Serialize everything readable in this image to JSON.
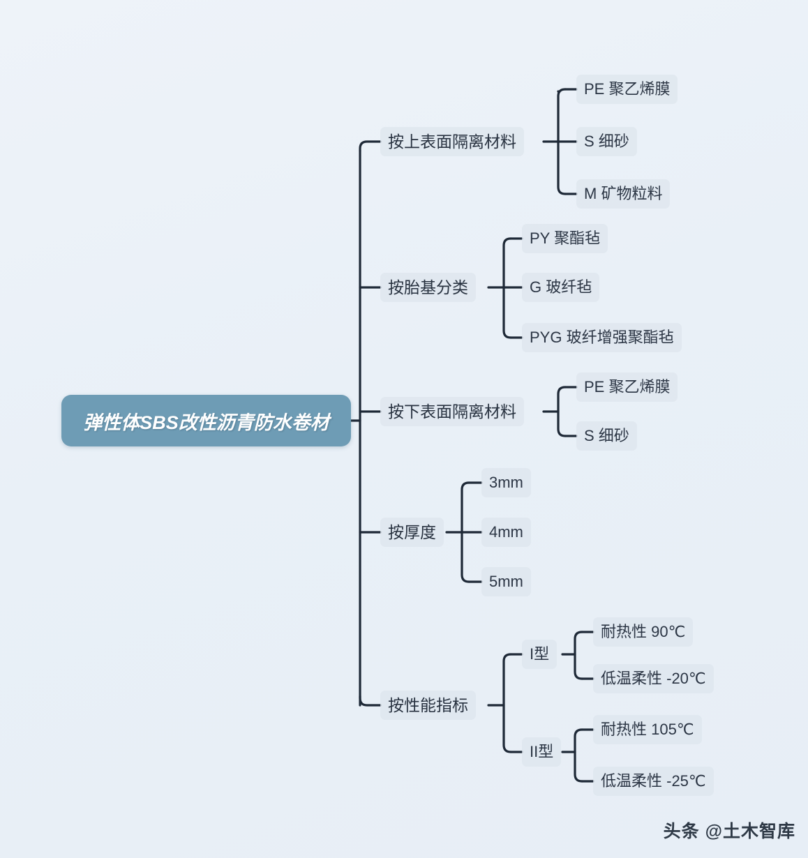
{
  "diagram": {
    "type": "mind-map",
    "background_color": "#eaf1f8",
    "root_color": "#6e9cb5",
    "node_color": "#e2e8f0",
    "line_color": "#1e2937",
    "text_color": "#2b3544",
    "root": {
      "label": "弹性体SBS改性沥青防水卷材"
    },
    "branches": [
      {
        "label": "按上表面隔离材料",
        "children": [
          {
            "label": "PE 聚乙烯膜"
          },
          {
            "label": "S 细砂"
          },
          {
            "label": "M 矿物粒料"
          }
        ]
      },
      {
        "label": "按胎基分类",
        "children": [
          {
            "label": "PY 聚酯毡"
          },
          {
            "label": "G 玻纤毡"
          },
          {
            "label": "PYG 玻纤增强聚酯毡"
          }
        ]
      },
      {
        "label": "按下表面隔离材料",
        "children": [
          {
            "label": "PE 聚乙烯膜"
          },
          {
            "label": "S 细砂"
          }
        ]
      },
      {
        "label": "按厚度",
        "children": [
          {
            "label": "3mm"
          },
          {
            "label": "4mm"
          },
          {
            "label": "5mm"
          }
        ]
      },
      {
        "label": "按性能指标",
        "children": [
          {
            "label": "I型",
            "children": [
              {
                "label": "耐热性 90℃"
              },
              {
                "label": "低温柔性 -20℃"
              }
            ]
          },
          {
            "label": "II型",
            "children": [
              {
                "label": "耐热性 105℃"
              },
              {
                "label": "低温柔性 -25℃"
              }
            ]
          }
        ]
      }
    ]
  },
  "watermark": {
    "text": "头条 @土木智库"
  }
}
